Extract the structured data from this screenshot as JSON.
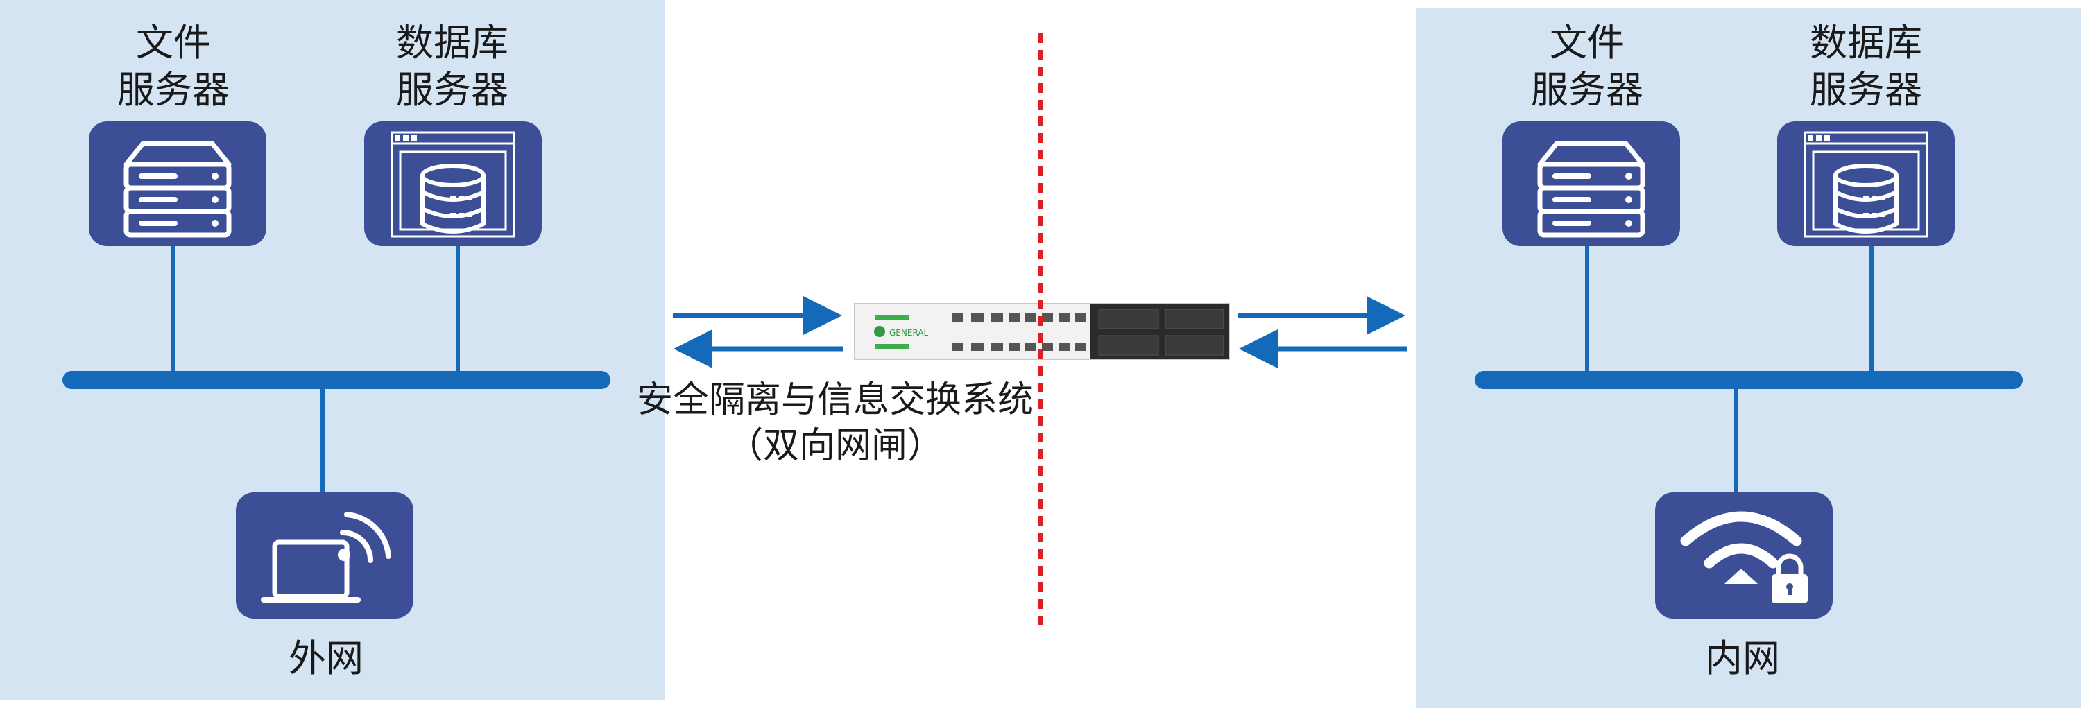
{
  "left_network": {
    "file_server_label_line1": "文件",
    "file_server_label_line2": "服务器",
    "db_server_label_line1": "数据库",
    "db_server_label_line2": "服务器",
    "zone_label": "外网",
    "endpoint_icon": "laptop-wireless-icon"
  },
  "right_network": {
    "file_server_label_line1": "文件",
    "file_server_label_line2": "服务器",
    "db_server_label_line1": "数据库",
    "db_server_label_line2": "服务器",
    "zone_label": "内网",
    "endpoint_icon": "wifi-lock-icon"
  },
  "gateway": {
    "title": "安全隔离与信息交换系统",
    "subtitle": "（双向网闸）",
    "device_icon": "network-gateway-appliance",
    "device_brand": "GENERAL",
    "divider_color": "#e02020"
  },
  "colors": {
    "panel_bg": "#d5e4f3",
    "icon_bg": "#3c4f96",
    "line": "#1469b8",
    "divider": "#e02020"
  }
}
